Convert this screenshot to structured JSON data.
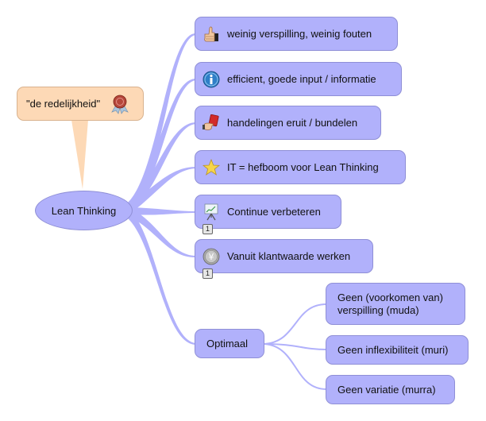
{
  "diagram": {
    "type": "mind-map",
    "colors": {
      "node_fill": "#b1b1fb",
      "node_border": "#8f8fd6",
      "branch": "#b1b1fb",
      "callout_fill": "#fdd9b6",
      "callout_border": "#d9b28e"
    },
    "root": {
      "label": "Lean Thinking"
    },
    "callout": {
      "label": "\"de redelijkheid\"",
      "icon": "award-ribbon-icon"
    },
    "children": [
      {
        "label": "weinig verspilling, weinig fouten",
        "icon": "thumbs-up-icon"
      },
      {
        "label": "efficient, goede input / informatie",
        "icon": "info-icon"
      },
      {
        "label": "handelingen eruit / bundelen",
        "icon": "red-card-icon"
      },
      {
        "label": "IT = hefboom voor  Lean Thinking",
        "icon": "star-icon"
      },
      {
        "label": "Continue verbeteren",
        "icon": "presentation-chart-icon",
        "badge": "1"
      },
      {
        "label": "Vanuit klantwaarde werken",
        "icon": "yen-coin-icon",
        "badge": "1"
      },
      {
        "label": "Optimaal",
        "children": [
          {
            "label_line1": "Geen (voorkomen van)",
            "label_line2": "verspilling (muda)"
          },
          {
            "label": "Geen inflexibiliteit (muri)"
          },
          {
            "label": "Geen variatie (murra)"
          }
        ]
      }
    ]
  }
}
